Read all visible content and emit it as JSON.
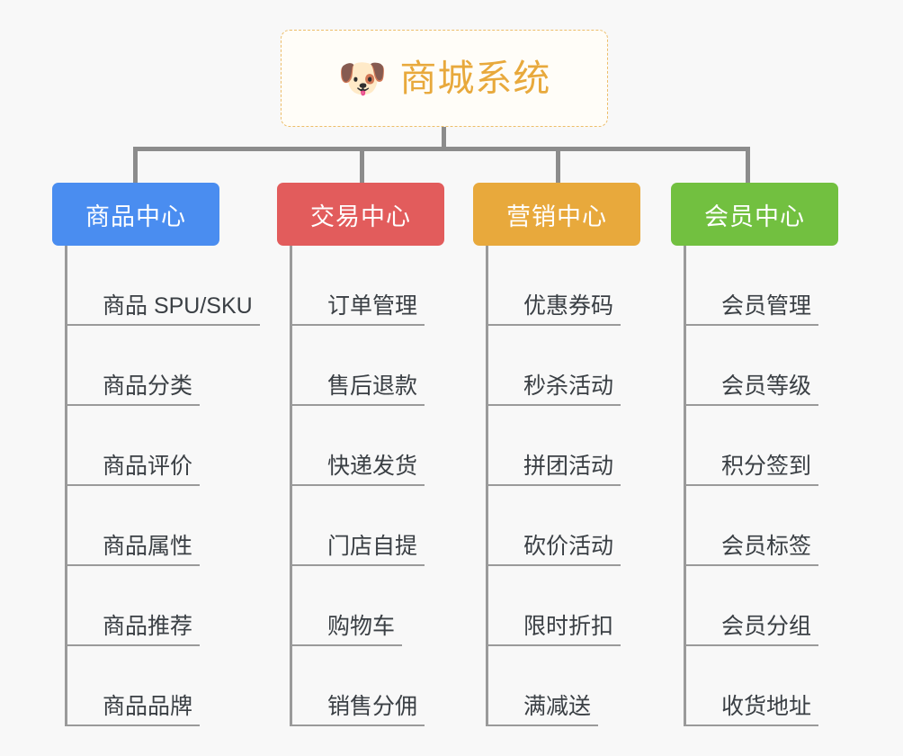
{
  "background_color": "#f8f8f8",
  "root": {
    "icon": "dog-face-emoji",
    "icon_glyph": "🐶",
    "title": "商城系统",
    "title_color": "#e8a93c",
    "border_color": "#edbe6a"
  },
  "connector_color": "#8c8c8c",
  "columns": [
    {
      "id": "product-center",
      "title": "商品中心",
      "color": "#4a8df0",
      "items": [
        "商品 SPU/SKU",
        "商品分类",
        "商品评价",
        "商品属性",
        "商品推荐",
        "商品品牌"
      ]
    },
    {
      "id": "trade-center",
      "title": "交易中心",
      "color": "#e25c5c",
      "items": [
        "订单管理",
        "售后退款",
        "快递发货",
        "门店自提",
        "购物车",
        "销售分佣"
      ]
    },
    {
      "id": "marketing-center",
      "title": "营销中心",
      "color": "#e8a93c",
      "items": [
        "优惠券码",
        "秒杀活动",
        "拼团活动",
        "砍价活动",
        "限时折扣",
        "满减送"
      ]
    },
    {
      "id": "member-center",
      "title": "会员中心",
      "color": "#72c040",
      "items": [
        "会员管理",
        "会员等级",
        "积分签到",
        "会员标签",
        "会员分组",
        "收货地址"
      ]
    }
  ]
}
